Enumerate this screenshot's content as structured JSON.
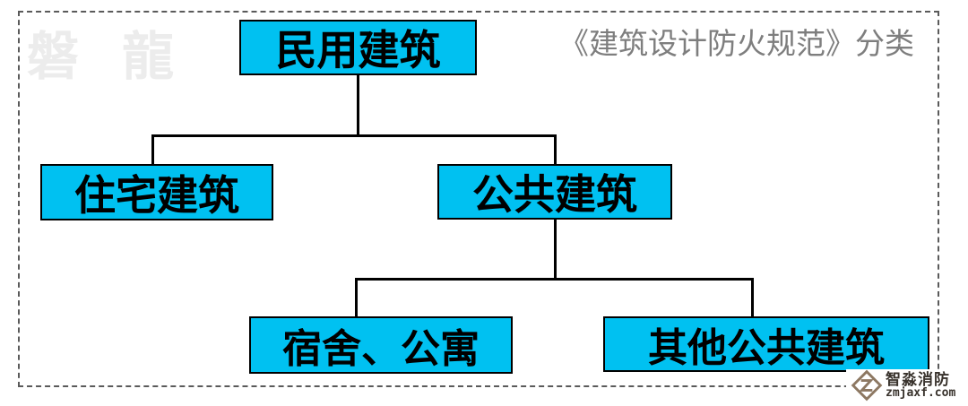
{
  "page": {
    "background": "#ffffff",
    "frame_border_color": "#5a5a5a"
  },
  "watermark": {
    "text": "磐 龍"
  },
  "header": {
    "title": "《建筑设计防火规范》分类"
  },
  "colors": {
    "node_fill": "#00c1f1",
    "node_border": "#000000",
    "node_text": "#000000",
    "connector": "#000000",
    "title_gray": "#7e7e7e",
    "watermark_gray": "#ececec",
    "logo_brown": "#8d7862"
  },
  "tree": {
    "root": {
      "label": "民用建筑"
    },
    "children": [
      {
        "label": "住宅建筑"
      },
      {
        "label": "公共建筑",
        "children": [
          {
            "label": "宿舍、公寓"
          },
          {
            "label": "其他公共建筑"
          }
        ]
      }
    ]
  },
  "logo": {
    "name": "智淼消防",
    "domain": "zmjaxf.com",
    "icon": "diamond-z-icon"
  }
}
